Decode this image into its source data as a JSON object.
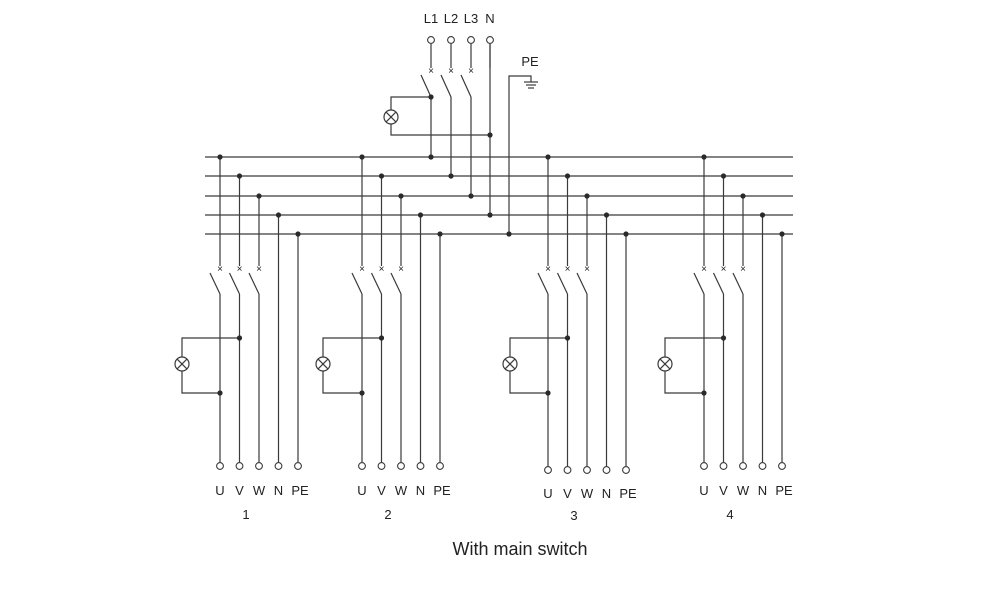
{
  "caption": "With main switch",
  "supply": {
    "labels": [
      "L1",
      "L2",
      "L3",
      "N"
    ],
    "pe_label": "PE"
  },
  "outlet_terminal_labels": [
    "U",
    "V",
    "W",
    "N",
    "PE"
  ],
  "outlets": [
    {
      "number": "1"
    },
    {
      "number": "2"
    },
    {
      "number": "3"
    },
    {
      "number": "4"
    }
  ],
  "breaker_mark": "×",
  "icons": {
    "lamp": "indicator-lamp-icon",
    "ground": "ground-icon",
    "terminal": "terminal-circle-icon"
  }
}
